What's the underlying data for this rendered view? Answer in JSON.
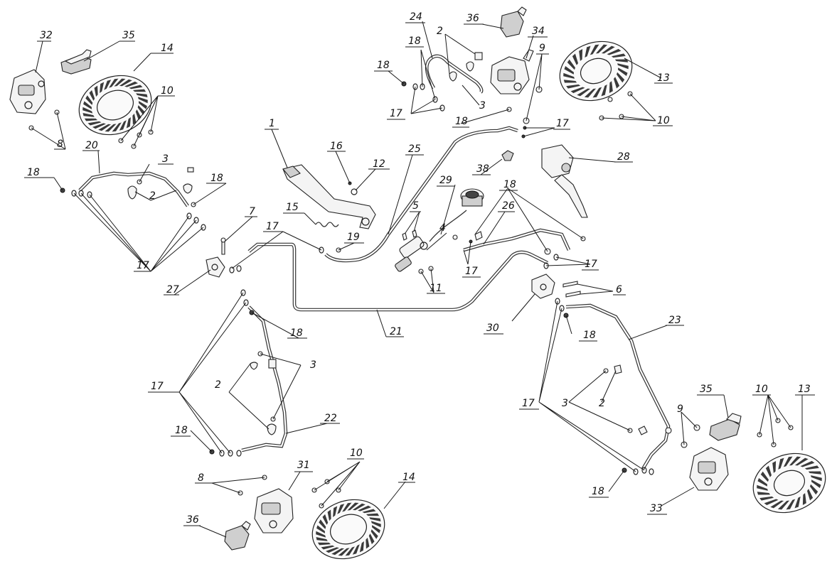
{
  "diagram": {
    "callouts": {
      "c1": "1",
      "c2": "2",
      "c3": "3",
      "c4": "4",
      "c5": "5",
      "c6": "6",
      "c7": "7",
      "c8": "8",
      "c9": "9",
      "c10": "10",
      "c11": "11",
      "c12": "12",
      "c13": "13",
      "c14": "14",
      "c15": "15",
      "c16": "16",
      "c17": "17",
      "c18": "18",
      "c19": "19",
      "c20": "20",
      "c21": "21",
      "c22": "22",
      "c23": "23",
      "c24": "24",
      "c25": "25",
      "c26": "26",
      "c27": "27",
      "c28": "28",
      "c29": "29",
      "c30": "30",
      "c31": "31",
      "c32": "32",
      "c33": "33",
      "c34": "34",
      "c35": "35",
      "c36": "36",
      "c38": "38"
    }
  }
}
